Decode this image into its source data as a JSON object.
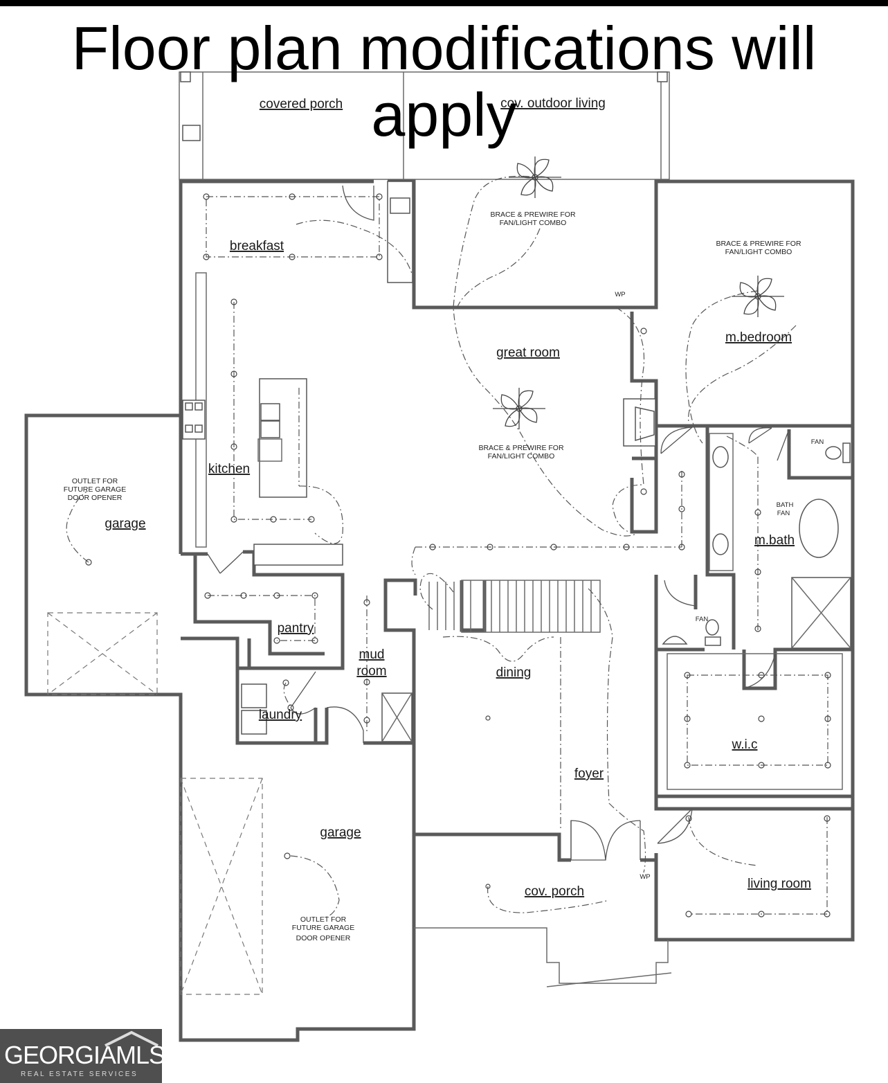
{
  "banner": {
    "line1": "Floor plan modifications will",
    "line2": "apply"
  },
  "rooms": {
    "covered_porch": "covered porch",
    "cov_outdoor_living": "cov. outdoor living",
    "breakfast": "breakfast",
    "great_room": "great room",
    "m_bedroom": "m.bedroom",
    "kitchen": "kitchen",
    "garage_left": "garage",
    "pantry": "pantry",
    "mud_room_1": "mud",
    "mud_room_2": "room",
    "laundry": "laundry",
    "dining": "dining",
    "m_bath": "m.bath",
    "wic": "w.i.c",
    "foyer": "foyer",
    "garage_main": "garage",
    "cov_porch": "cov. porch",
    "living_room": "living room"
  },
  "notes": {
    "fan_outdoor_1": "BRACE & PREWIRE FOR",
    "fan_outdoor_2": "FAN/LIGHT COMBO",
    "fan_bedroom_1": "BRACE & PREWIRE FOR",
    "fan_bedroom_2": "FAN/LIGHT COMBO",
    "fan_great_1": "BRACE & PREWIRE FOR",
    "fan_great_2": "FAN/LIGHT COMBO",
    "outlet_left_1": "OUTLET FOR",
    "outlet_left_2": "FUTURE GARAGE",
    "outlet_left_3": "DOOR OPENER",
    "outlet_main_1": "OUTLET FOR",
    "outlet_main_2": "FUTURE GARAGE",
    "outlet_main_3": "DOOR OPENER",
    "wp_top": "WP",
    "wp_porch": "WP",
    "fan_mbath_toilet": "FAN",
    "bath_fan_1": "BATH",
    "bath_fan_2": "FAN",
    "fan_powder": "FAN"
  },
  "logo": {
    "main": "GEORGIAMLS",
    "sub": "REAL ESTATE SERVICES"
  },
  "colors": {
    "walls": "#5a5a5a",
    "logo_bg": "#4f4f4f",
    "background": "#ffffff"
  }
}
